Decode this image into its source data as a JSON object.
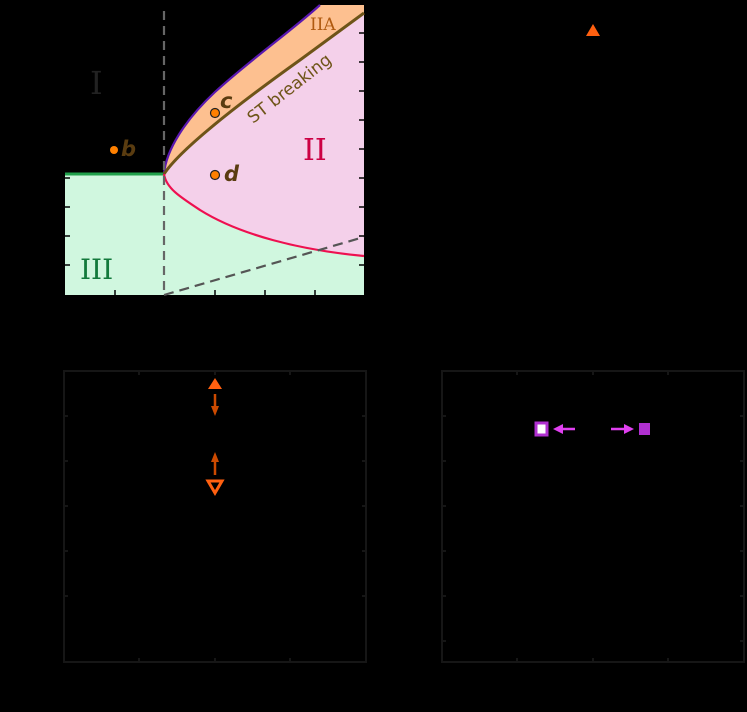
{
  "chart_data": [
    {
      "type": "area",
      "panel": "top-left",
      "title": "",
      "xlabel": "",
      "ylabel": "",
      "description": "Phase diagram with regions I, II, IIA, III",
      "regions": [
        {
          "label": "I",
          "color": "#222222",
          "fill": "#000000"
        },
        {
          "label": "II",
          "color": "#cc0044",
          "fill": "#f4d0ea"
        },
        {
          "label": "IIA",
          "color": "#b05a10",
          "fill": "#fdc090"
        },
        {
          "label": "III",
          "color": "#137a3c",
          "fill": "#d0f7df"
        }
      ],
      "boundaries": [
        {
          "name": "region-III-top",
          "color": "#21a04b",
          "style": "solid"
        },
        {
          "name": "upper-branch",
          "color": "#5a18b0",
          "style": "solid"
        },
        {
          "name": "ST breaking",
          "color": "#6e5418",
          "style": "solid",
          "label": "ST breaking"
        },
        {
          "name": "lower-branch",
          "color": "#ee1050",
          "style": "solid"
        },
        {
          "name": "vertical-dashed",
          "color": "#666666",
          "style": "dashed"
        },
        {
          "name": "diagonal-dashed",
          "color": "#555555",
          "style": "dashed"
        }
      ],
      "points": [
        {
          "label": "b",
          "color": "#ff8000"
        },
        {
          "label": "c",
          "color": "#ff8000"
        },
        {
          "label": "d",
          "color": "#ff8000"
        }
      ],
      "x_ticks_count": 6,
      "y_ticks_count": 9,
      "grid": false
    },
    {
      "type": "scatter",
      "panel": "top-right",
      "points": [
        {
          "marker": "triangle-up",
          "color": "#ff6010"
        }
      ]
    },
    {
      "type": "scatter",
      "panel": "bottom-left",
      "points": [
        {
          "marker": "triangle-up-filled",
          "color": "#ff6010",
          "arrow": "down"
        },
        {
          "marker": "triangle-down-open",
          "color": "#ff6010",
          "arrow": "up"
        }
      ],
      "arrow_color": "#cc4a00",
      "grid": false
    },
    {
      "type": "scatter",
      "panel": "bottom-right",
      "points": [
        {
          "marker": "square-open",
          "color": "#b030d0",
          "arrow": "left"
        },
        {
          "marker": "square-filled",
          "color": "#b030d0",
          "arrow": "right"
        }
      ],
      "arrow_color": "#e040f0",
      "grid": false
    }
  ],
  "labels": {
    "region_I": "I",
    "region_II": "II",
    "region_IIA": "IIA",
    "region_III": "III",
    "st_breaking": "ST breaking",
    "point_b": "b",
    "point_c": "c",
    "point_d": "d"
  },
  "colors": {
    "background": "#000000",
    "frame": "#161616",
    "region_III_fill": "#d0f7df",
    "region_II_fill": "#f4d0ea",
    "region_IIA_fill": "#fdc090",
    "marker_orange": "#ff6010",
    "marker_purple": "#b030d0",
    "arrow_magenta": "#e040f0"
  }
}
